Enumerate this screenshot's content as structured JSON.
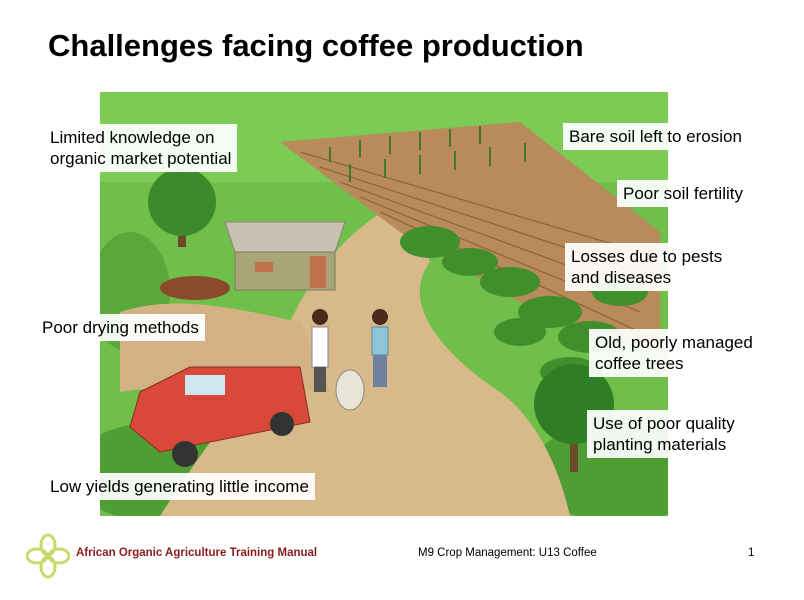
{
  "slide": {
    "title": "Challenges facing coffee production",
    "labels": {
      "knowledge": [
        "Limited knowledge on",
        "organic market potential"
      ],
      "drying": "Poor drying methods",
      "yields": "Low yields generating little income",
      "erosion": "Bare soil left to erosion",
      "fertility": "Poor soil fertility",
      "pests": [
        "Losses due to pests",
        "and diseases"
      ],
      "old_trees": [
        "Old, poorly managed",
        "coffee trees"
      ],
      "planting": [
        "Use of poor quality",
        "planting materials"
      ]
    }
  },
  "footer": {
    "manual": "African Organic Agriculture Training Manual",
    "module": "M9 Crop Management: U13 Coffee",
    "page": "1"
  },
  "colors": {
    "footer_text": "#8a1c1c",
    "logo": "#c9d96a"
  }
}
